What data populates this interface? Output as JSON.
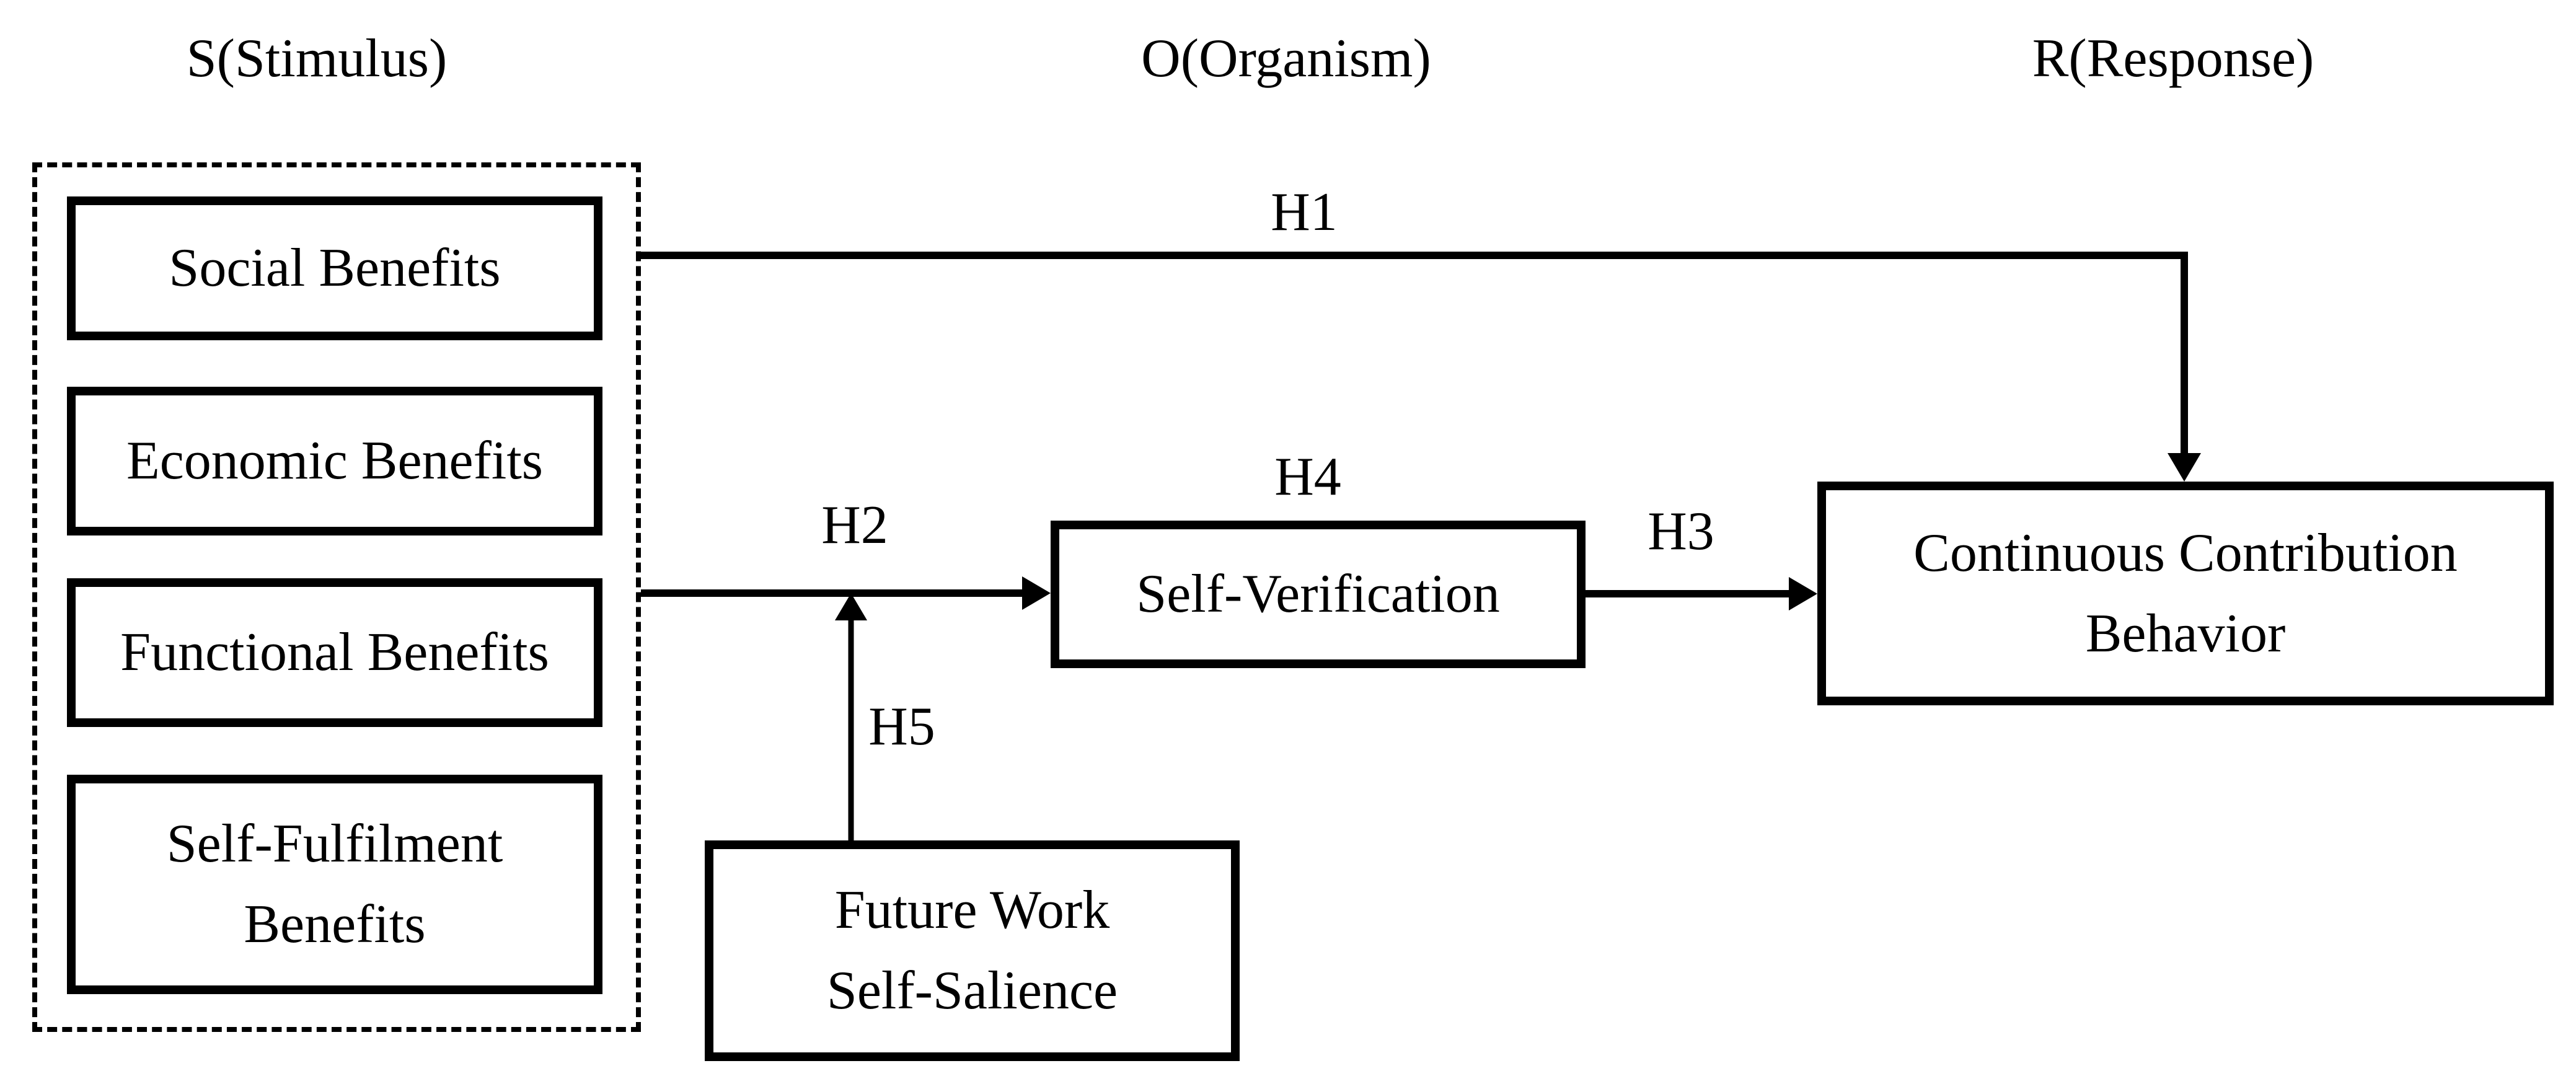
{
  "diagram": {
    "column_headers": {
      "stimulus": "S(Stimulus)",
      "organism": "O(Organism)",
      "response": "R(Response)"
    },
    "boxes": {
      "social": "Social Benefits",
      "economic": "Economic Benefits",
      "functional": "Functional Benefits",
      "self_fulfilment": {
        "line1": "Self-Fulfilment",
        "line2": "Benefits"
      },
      "future_work": {
        "line1": "Future Work",
        "line2": "Self-Salience"
      },
      "self_verification": "Self-Verification",
      "continuous_contribution": {
        "line1": "Continuous Contribution",
        "line2": "Behavior"
      }
    },
    "hypothesis_labels": {
      "h1": "H1",
      "h2": "H2",
      "h3": "H3",
      "h4": "H4",
      "h5": "H5"
    },
    "colors": {
      "line": "#000000",
      "background": "#ffffff"
    }
  }
}
